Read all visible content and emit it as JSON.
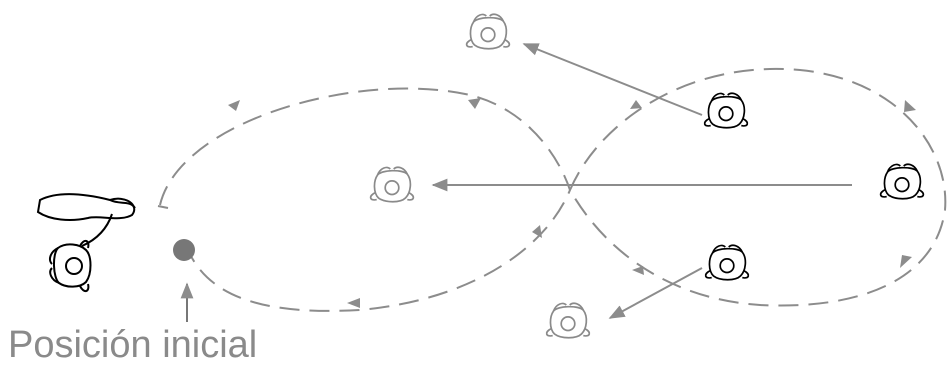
{
  "caption": "Posición inicial",
  "colors": {
    "path": "#8c8c8c",
    "arrow": "#8c8c8c",
    "start_marker": "#777777",
    "figure_active": "#000000",
    "figure_faded": "#8a8a8a"
  },
  "figures": [
    {
      "name": "handler-figure",
      "style": "active",
      "has_leash": true
    },
    {
      "name": "dog-figure-top",
      "style": "faded"
    },
    {
      "name": "dog-figure-center",
      "style": "faded"
    },
    {
      "name": "dog-figure-bottom",
      "style": "faded"
    },
    {
      "name": "dog-figure-right-upper",
      "style": "active"
    },
    {
      "name": "dog-figure-right-middle",
      "style": "active"
    },
    {
      "name": "dog-figure-right-lower",
      "style": "active"
    }
  ],
  "icons": {
    "start_marker": "filled-circle",
    "pointer": "up-arrow"
  }
}
